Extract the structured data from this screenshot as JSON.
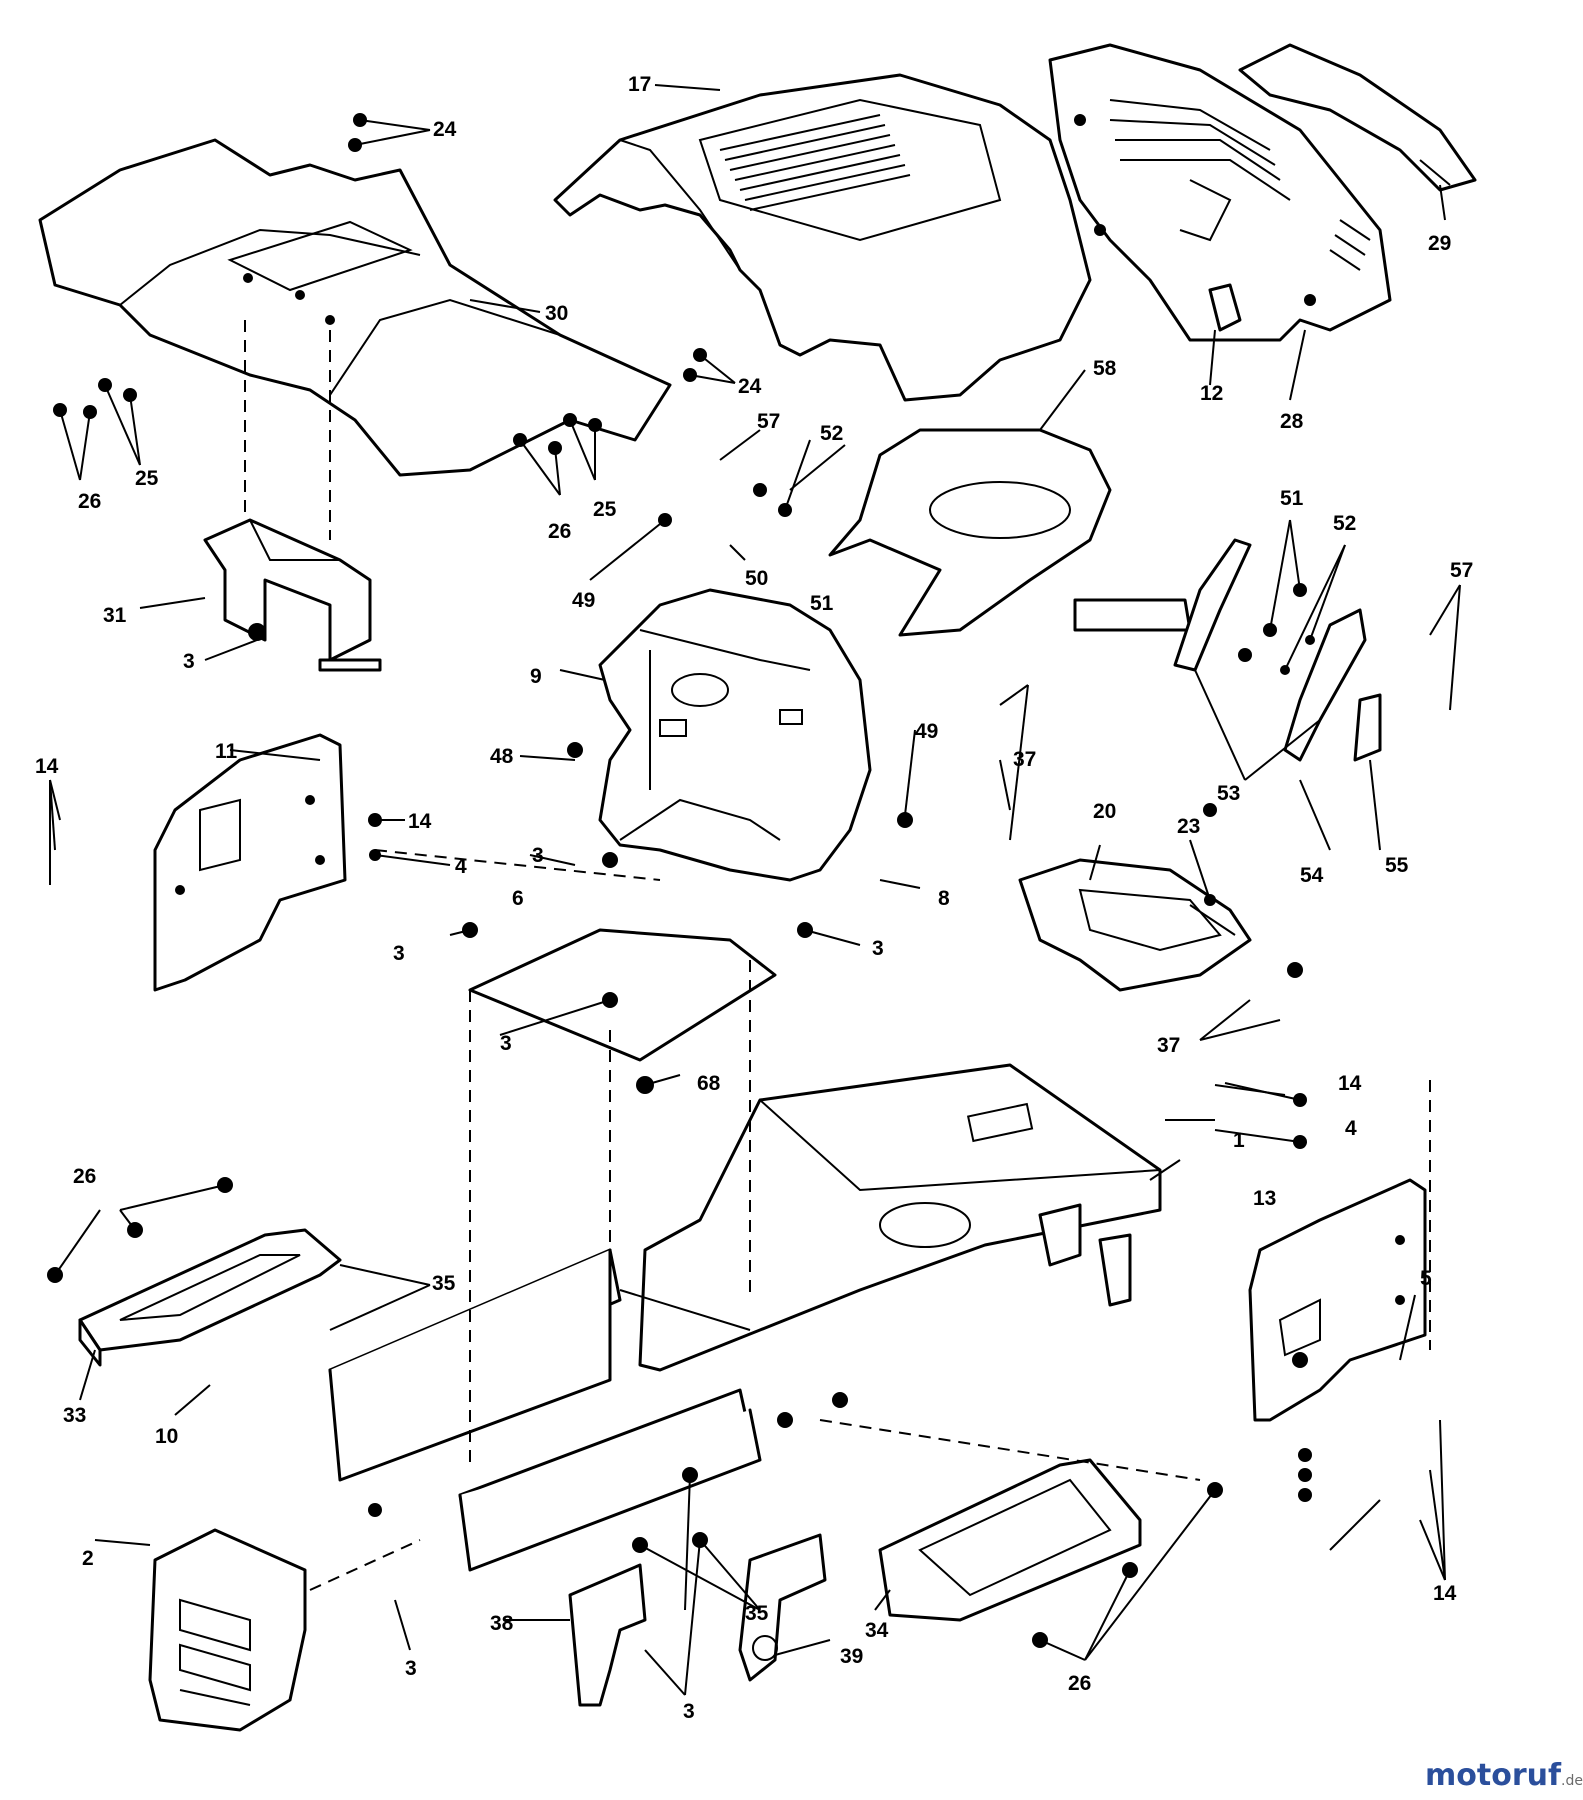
{
  "diagram": {
    "title": "",
    "callouts": {
      "n1": "1",
      "n2": "2",
      "n3": "3",
      "n4": "4",
      "n5": "5",
      "n6": "6",
      "n8": "8",
      "n9": "9",
      "n10": "10",
      "n11": "11",
      "n12": "12",
      "n13": "13",
      "n14": "14",
      "n17": "17",
      "n20": "20",
      "n23": "23",
      "n24": "24",
      "n25": "25",
      "n26": "26",
      "n28": "28",
      "n29": "29",
      "n30": "30",
      "n31": "31",
      "n33": "33",
      "n34": "34",
      "n35": "35",
      "n37": "37",
      "n38": "38",
      "n39": "39",
      "n48": "48",
      "n49": "49",
      "n50": "50",
      "n51": "51",
      "n52": "52",
      "n53": "53",
      "n54": "54",
      "n55": "55",
      "n57": "57",
      "n58": "58",
      "n68": "68"
    },
    "colors": {
      "line": "#000000",
      "background": "#ffffff",
      "wm_blue": "#2b4f9c",
      "wm_orange": "#e8861a",
      "wm_grey": "#6b6b6b"
    }
  },
  "watermark": {
    "brand_main": "motoruf",
    "brand_suffix": ".de"
  }
}
